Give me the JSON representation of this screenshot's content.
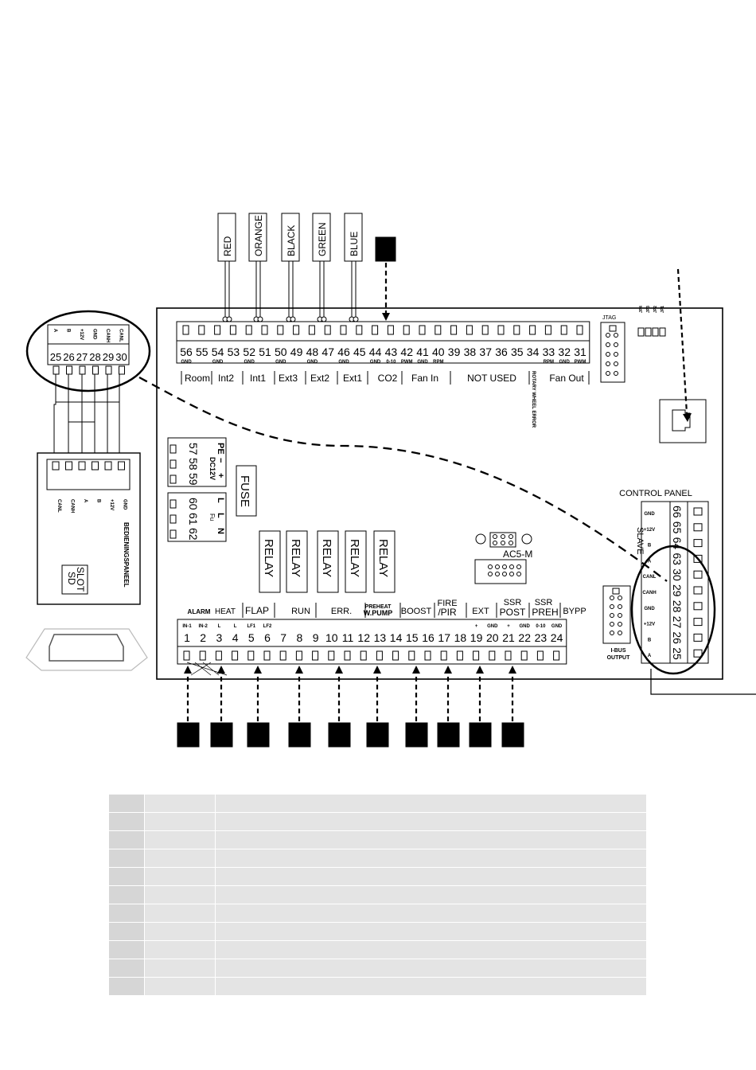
{
  "wire_colors": [
    "RED",
    "ORANGE",
    "BLACK",
    "GREEN",
    "BLUE"
  ],
  "top_terminals": [
    {
      "num": "56",
      "sub": "GND"
    },
    {
      "num": "55",
      "sub": ""
    },
    {
      "num": "54",
      "sub": "GND"
    },
    {
      "num": "53",
      "sub": ""
    },
    {
      "num": "52",
      "sub": "GND"
    },
    {
      "num": "51",
      "sub": ""
    },
    {
      "num": "50",
      "sub": "GND"
    },
    {
      "num": "49",
      "sub": ""
    },
    {
      "num": "48",
      "sub": "GND"
    },
    {
      "num": "47",
      "sub": ""
    },
    {
      "num": "46",
      "sub": "GND"
    },
    {
      "num": "45",
      "sub": ""
    },
    {
      "num": "44",
      "sub": "GND"
    },
    {
      "num": "43",
      "sub": "0-10"
    },
    {
      "num": "42",
      "sub": "PWM"
    },
    {
      "num": "41",
      "sub": "GND"
    },
    {
      "num": "40",
      "sub": "RPM"
    },
    {
      "num": "39",
      "sub": ""
    },
    {
      "num": "38",
      "sub": ""
    },
    {
      "num": "37",
      "sub": ""
    },
    {
      "num": "36",
      "sub": ""
    },
    {
      "num": "35",
      "sub": ""
    },
    {
      "num": "34",
      "sub": ""
    },
    {
      "num": "33",
      "sub": "RPM"
    },
    {
      "num": "32",
      "sub": "GND"
    },
    {
      "num": "31",
      "sub": "PWM"
    }
  ],
  "top_groups": [
    "Room",
    "Int2",
    "Int1",
    "Ext3",
    "Ext2",
    "Ext1",
    "CO2",
    "Fan In",
    "NOT USED",
    "Fan Out"
  ],
  "rotary_label": "ROTARY WHEEL ERROR",
  "jtag_label": "JTAG",
  "jumpers": [
    "JP4",
    "JP3",
    "JP2",
    "JP1"
  ],
  "power_terminals": [
    {
      "num": "57",
      "label": "PE"
    },
    {
      "num": "58",
      "label": "−"
    },
    {
      "num": "59",
      "label": "+"
    },
    {
      "num": "60",
      "label": "L"
    },
    {
      "num": "61",
      "label": "L"
    },
    {
      "num": "62",
      "label": "N"
    }
  ],
  "dc_label": "DC12V",
  "fu_label": "Fu",
  "fuse_label": "FUSE",
  "relays": [
    "RELAY",
    "RELAY",
    "RELAY",
    "RELAY",
    "RELAY"
  ],
  "ac5_label": "AC5-M",
  "bottom_terminals": [
    {
      "num": "1",
      "sub": "IN-1"
    },
    {
      "num": "2",
      "sub": "IN-2"
    },
    {
      "num": "3",
      "sub": "L"
    },
    {
      "num": "4",
      "sub": "L"
    },
    {
      "num": "5",
      "sub": "LF1"
    },
    {
      "num": "6",
      "sub": "LF2"
    },
    {
      "num": "7",
      "sub": ""
    },
    {
      "num": "8",
      "sub": ""
    },
    {
      "num": "9",
      "sub": ""
    },
    {
      "num": "10",
      "sub": ""
    },
    {
      "num": "11",
      "sub": ""
    },
    {
      "num": "12",
      "sub": ""
    },
    {
      "num": "13",
      "sub": ""
    },
    {
      "num": "14",
      "sub": ""
    },
    {
      "num": "15",
      "sub": ""
    },
    {
      "num": "16",
      "sub": ""
    },
    {
      "num": "17",
      "sub": ""
    },
    {
      "num": "18",
      "sub": ""
    },
    {
      "num": "19",
      "sub": "+"
    },
    {
      "num": "20",
      "sub": "GND"
    },
    {
      "num": "21",
      "sub": "+"
    },
    {
      "num": "22",
      "sub": "GND"
    },
    {
      "num": "23",
      "sub": "0-10"
    },
    {
      "num": "24",
      "sub": "GND"
    }
  ],
  "bottom_groups": {
    "alarm": "ALARM",
    "heat": "HEAT",
    "flap": "FLAP",
    "run": "RUN",
    "err": "ERR.",
    "preheat": "PREHEAT",
    "wpump": "W.PUMP",
    "boost": "BOOST",
    "fire": "FIRE",
    "pir": "/PIR",
    "ext": "EXT",
    "ssr1": "SSR",
    "post": "POST",
    "ssr2": "SSR",
    "preh": "PREH",
    "bypp": "BYPP"
  },
  "ibus_label": "I-BUS",
  "ibus_output": "OUTPUT",
  "control_panel_label": "CONTROL PANEL",
  "slave_label": "SLAVE",
  "cp_terminals": [
    {
      "num": "66",
      "label": "GND"
    },
    {
      "num": "65",
      "label": "+12V"
    },
    {
      "num": "64",
      "label": "B"
    },
    {
      "num": "63",
      "label": "A"
    },
    {
      "num": "30",
      "label": "CANL"
    },
    {
      "num": "29",
      "label": "CANH"
    },
    {
      "num": "28",
      "label": "GND"
    },
    {
      "num": "27",
      "label": "+12V"
    },
    {
      "num": "26",
      "label": "B"
    },
    {
      "num": "25",
      "label": "A"
    }
  ],
  "zoom_terminals": [
    {
      "num": "25",
      "label": "A"
    },
    {
      "num": "26",
      "label": "B"
    },
    {
      "num": "27",
      "label": "+12V"
    },
    {
      "num": "28",
      "label": "GND"
    },
    {
      "num": "29",
      "label": "CANH"
    },
    {
      "num": "30",
      "label": "CANL"
    }
  ],
  "panel_labels": [
    "CANL",
    "CANH",
    "A",
    "B",
    "+12V",
    "GND"
  ],
  "panel_title": "BEDIENINGSPANEEL",
  "sd_slot": [
    "SD",
    "SLOT"
  ]
}
